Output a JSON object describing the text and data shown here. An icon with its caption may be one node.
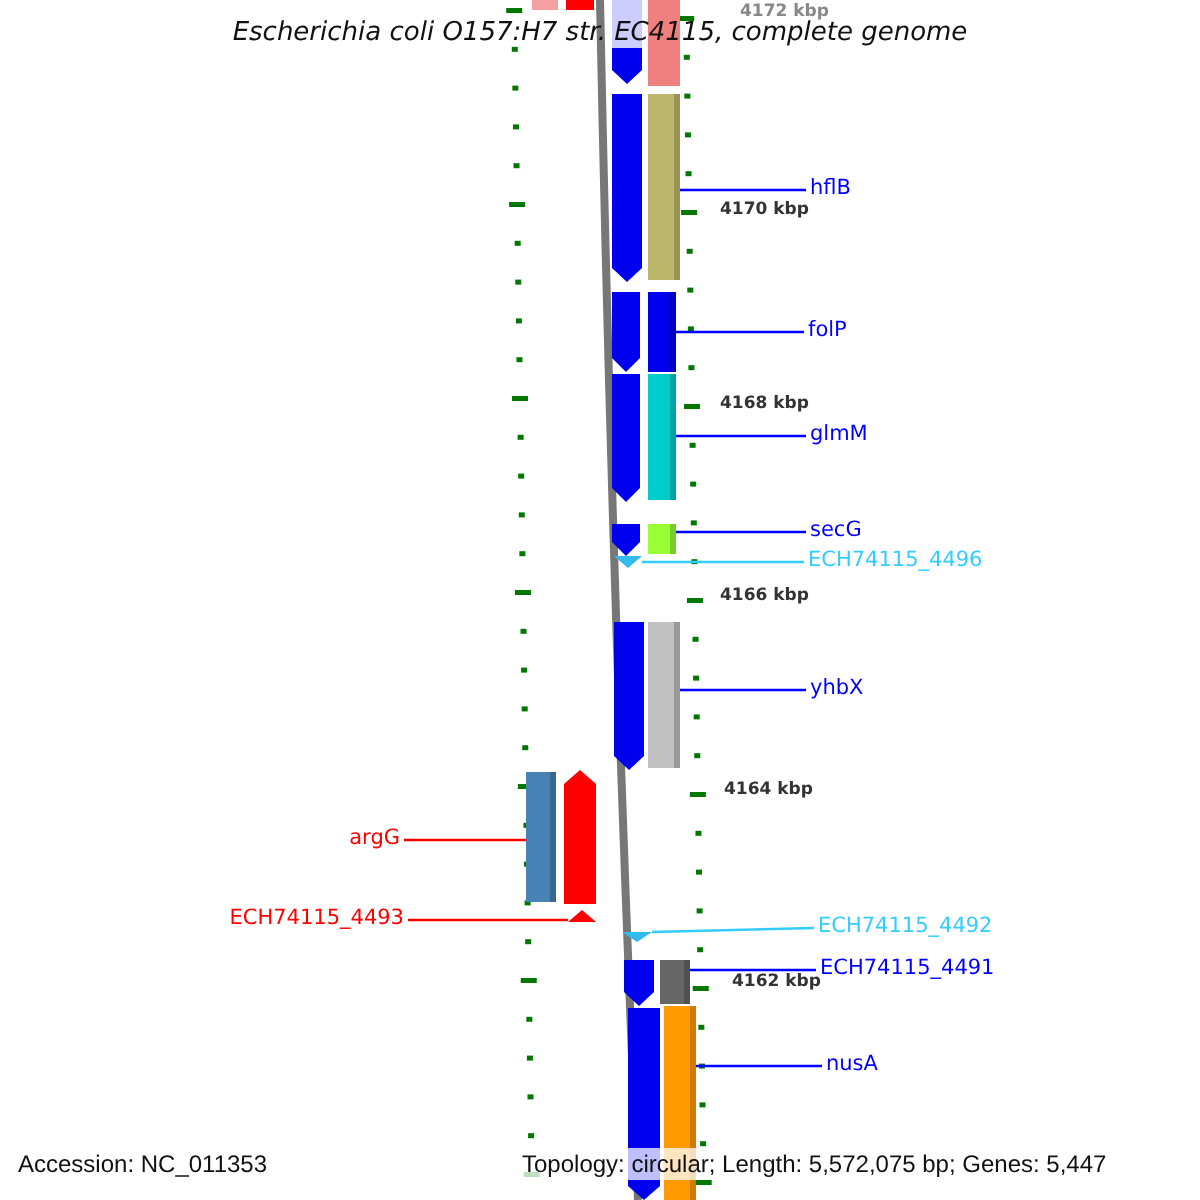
{
  "diagram": {
    "title": "Escherichia coli O157:H7 str. EC4115, complete genome",
    "nodes": [
      {
        "text": [
          "hflB"
        ]
      },
      {
        "text": [],
        "shape": "bar"
      },
      {
        "text": [
          "folP"
        ]
      },
      {
        "text": [],
        "shape": "bar"
      },
      {
        "text": [
          "glmM"
        ]
      },
      {
        "text": [],
        "shape": "bar"
      },
      {
        "text": [
          "secG"
        ]
      },
      {
        "text": [],
        "shape": "bar"
      },
      {
        "text": [
          "ECH74115_4496"
        ]
      },
      {
        "text": [],
        "shape": "triangle"
      },
      {
        "text": [
          "yhbX"
        ]
      },
      {
        "text": [],
        "shape": "bar"
      },
      {
        "text": [
          "argG"
        ]
      },
      {
        "text": [],
        "shape": "bar"
      },
      {
        "text": [
          "ECH74115_4493"
        ]
      },
      {
        "text": [],
        "shape": "triangle"
      },
      {
        "text": [
          "ECH74115_4492"
        ]
      },
      {
        "text": [],
        "shape": "triangle"
      },
      {
        "text": [
          "ECH74115_4491"
        ]
      },
      {
        "text": [],
        "shape": "bar"
      },
      {
        "text": [
          "nusA"
        ]
      },
      {
        "text": [],
        "shape": "bar"
      }
    ],
    "edges": [
      {
        "from": 0,
        "to": 1,
        "arrow": "none"
      },
      {
        "from": 2,
        "to": 3,
        "arrow": "none"
      },
      {
        "from": 4,
        "to": 5,
        "arrow": "none"
      },
      {
        "from": 6,
        "to": 7,
        "arrow": "none"
      },
      {
        "from": 8,
        "to": 9,
        "arrow": "none",
        "color": "#33ccff"
      },
      {
        "from": 10,
        "to": 11,
        "arrow": "none"
      },
      {
        "from": 12,
        "to": 13,
        "arrow": "none",
        "color": "#ff0000"
      },
      {
        "from": 14,
        "to": 15,
        "arrow": "none",
        "color": "#ff0000"
      },
      {
        "from": 16,
        "to": 17,
        "arrow": "none",
        "color": "#33ccff"
      },
      {
        "from": 18,
        "to": 19,
        "arrow": "none"
      },
      {
        "from": 20,
        "to": 21,
        "arrow": "none"
      }
    ],
    "labels": [
      "4172 kbp",
      "4170 kbp",
      "4168 kbp",
      "4166 kbp",
      "4164 kbp",
      "4162 kbp",
      "Accession: NC_011353",
      "Topology: circular; Length: 5,572,075 bp; Genes: 5,447"
    ]
  }
}
